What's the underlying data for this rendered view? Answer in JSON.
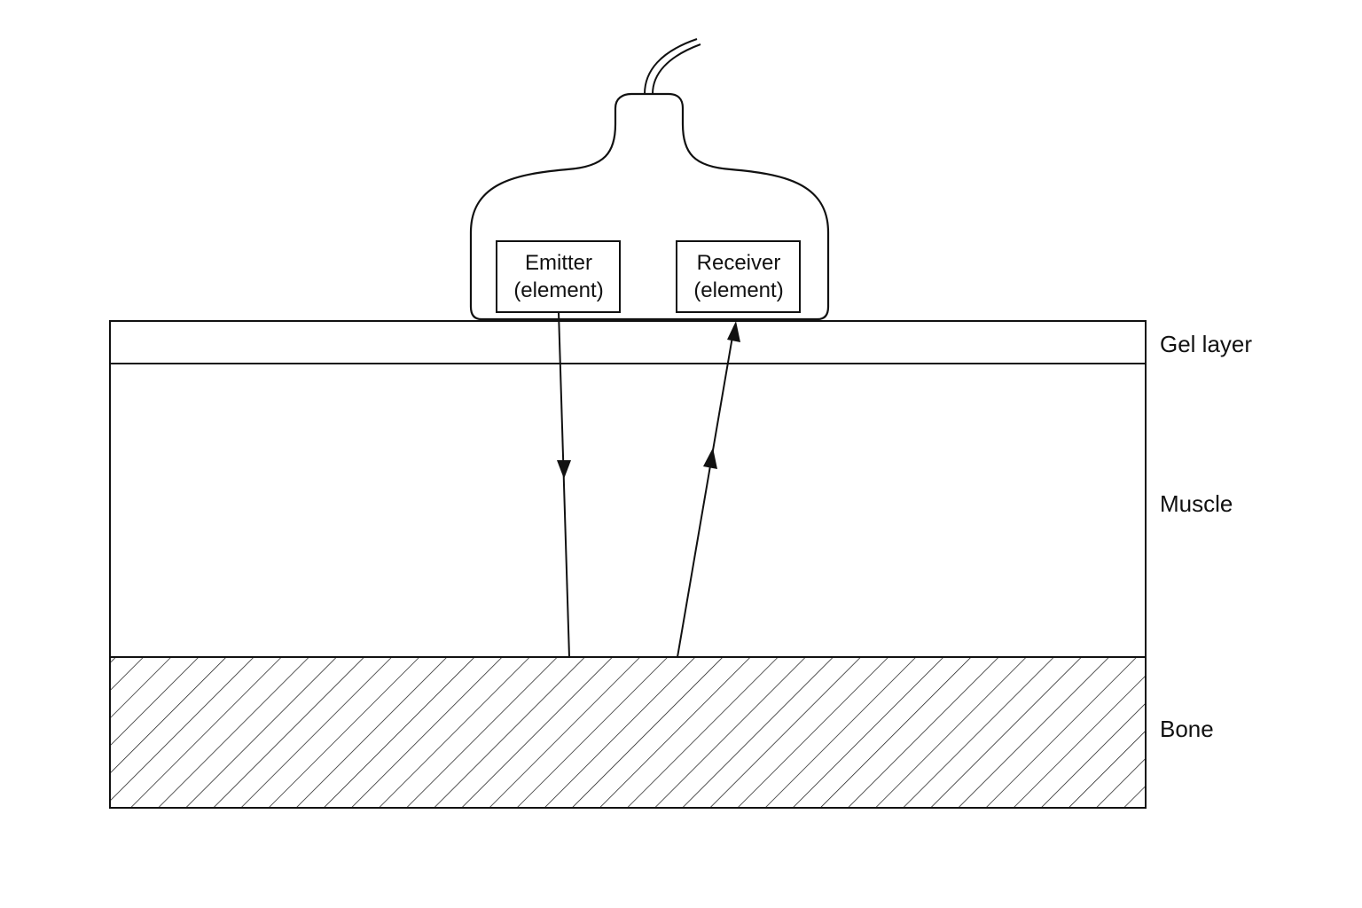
{
  "colors": {
    "stroke": "#111111",
    "background": "#ffffff",
    "hatch": "#111111"
  },
  "probe": {
    "emitter": {
      "line1": "Emitter",
      "line2": "(element)"
    },
    "receiver": {
      "line1": "Receiver",
      "line2": "(element)"
    }
  },
  "layers": {
    "gel": "Gel layer",
    "muscle": "Muscle",
    "bone": "Bone"
  }
}
